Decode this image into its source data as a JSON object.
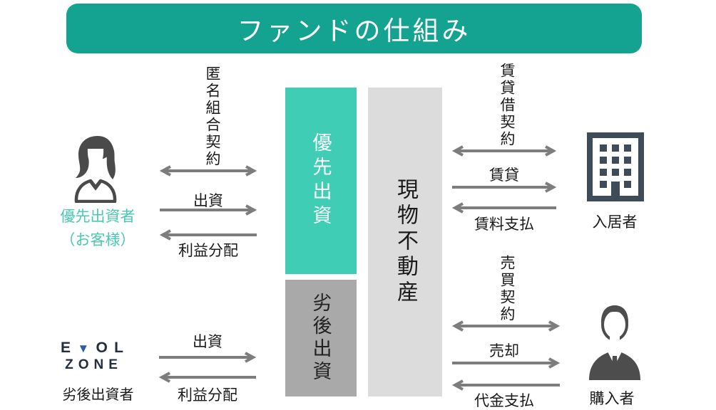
{
  "title": "ファンドの仕組み",
  "boxes": {
    "priority": "優先出資",
    "subordinate": "劣後出資",
    "property": "現物不動産"
  },
  "actors": {
    "priority_investor": {
      "label_line1": "優先出資者",
      "label_line2": "（お客様）"
    },
    "subordinate_investor": {
      "label": "劣後出資者",
      "logo_e": "E",
      "logo_v": "▼",
      "logo_o": "O",
      "logo_l": "L",
      "logo_line2": "ZONE"
    },
    "resident": {
      "label": "入居者"
    },
    "buyer": {
      "label": "購入者"
    }
  },
  "flows": {
    "left_top": {
      "contract": "匿名組合契約",
      "invest": "出資",
      "profit": "利益分配"
    },
    "left_bottom": {
      "invest": "出資",
      "profit": "利益分配"
    },
    "right_top": {
      "contract": "賃貸借契約",
      "lease": "賃貸",
      "rent": "賃料支払"
    },
    "right_bottom": {
      "contract": "売買契約",
      "sale": "売却",
      "payment": "代金支払"
    }
  },
  "colors": {
    "banner_teal": "#14a390",
    "box_teal": "#3fcdb5",
    "label_teal": "#4cc8b2",
    "box_gray": "#a9a9a9",
    "box_light_gray": "#dcdcdc",
    "arrow_gray": "#7d7d7d",
    "person_icon_gray": "#4a4a4a",
    "building_icon_slate": "#3d4c58",
    "logo_navy": "#232f3e",
    "logo_blue": "#2b5dad"
  }
}
